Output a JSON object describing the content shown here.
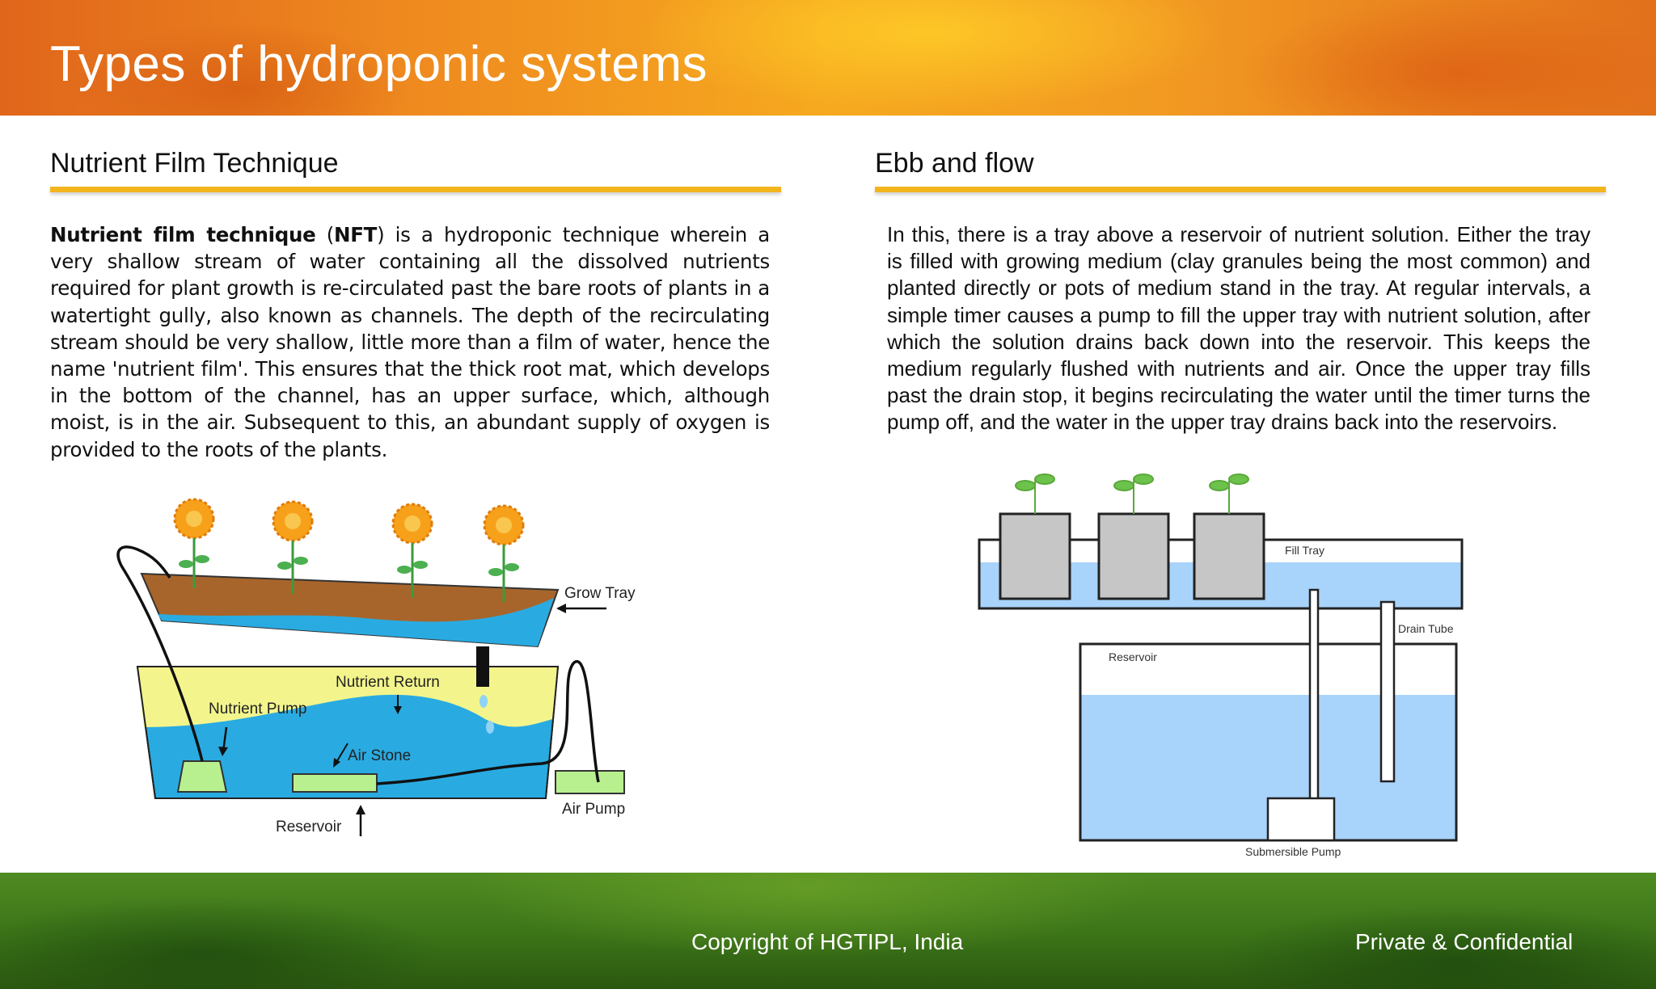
{
  "header": {
    "title": "Types of hydroponic systems"
  },
  "left": {
    "heading": "Nutrient Film Technique",
    "para_bold": "Nutrient film technique",
    "para_open": " (",
    "para_abbr": "NFT",
    "para_rest": ") is a hydroponic technique wherein a very shallow stream of water containing all the dissolved nutrients required for plant growth is re-circulated past the bare roots of plants in a watertight gully, also known as channels. The depth of the recirculating stream should be very shallow, little more than a film of water, hence the name 'nutrient film'. This ensures that the thick root mat, which develops in the bottom of the channel, has an upper surface, which, although moist, is in the air. Subsequent to this, an abundant supply of oxygen is provided to the roots of the plants.",
    "diagram": {
      "grow_tray": "Grow Tray",
      "nutrient_return": "Nutrient Return",
      "nutrient_pump": "Nutrient Pump",
      "air_stone": "Air Stone",
      "air_pump": "Air Pump",
      "reservoir": "Reservoir"
    }
  },
  "right": {
    "heading": "Ebb and flow",
    "para": "In this, there is a tray above a reservoir of nutrient solution. Either the tray is filled with growing medium (clay granules being the most common) and planted directly or pots of medium stand in the tray. At regular intervals, a simple timer causes a pump to fill the upper tray with nutrient solution, after which the solution drains back down into the reservoir. This keeps the medium regularly flushed with nutrients and air. Once the upper tray fills past the drain stop, it begins recirculating the water until the timer turns the pump off, and the water in the upper tray drains back into the reservoirs.",
    "diagram": {
      "fill_tray": "Fill Tray",
      "drain_tube": "Drain Tube",
      "reservoir": "Reservoir",
      "submersible_pump": "Submersible Pump"
    }
  },
  "footer": {
    "copyright": "Copyright of HGTIPL, India",
    "private": "Private & Confidential"
  },
  "colors": {
    "accent_rule": "#f2b51d",
    "water": "#a8d3fb",
    "nft_water": "#29abe2",
    "nft_solution": "#f3f58c",
    "soil": "#a8652b"
  }
}
